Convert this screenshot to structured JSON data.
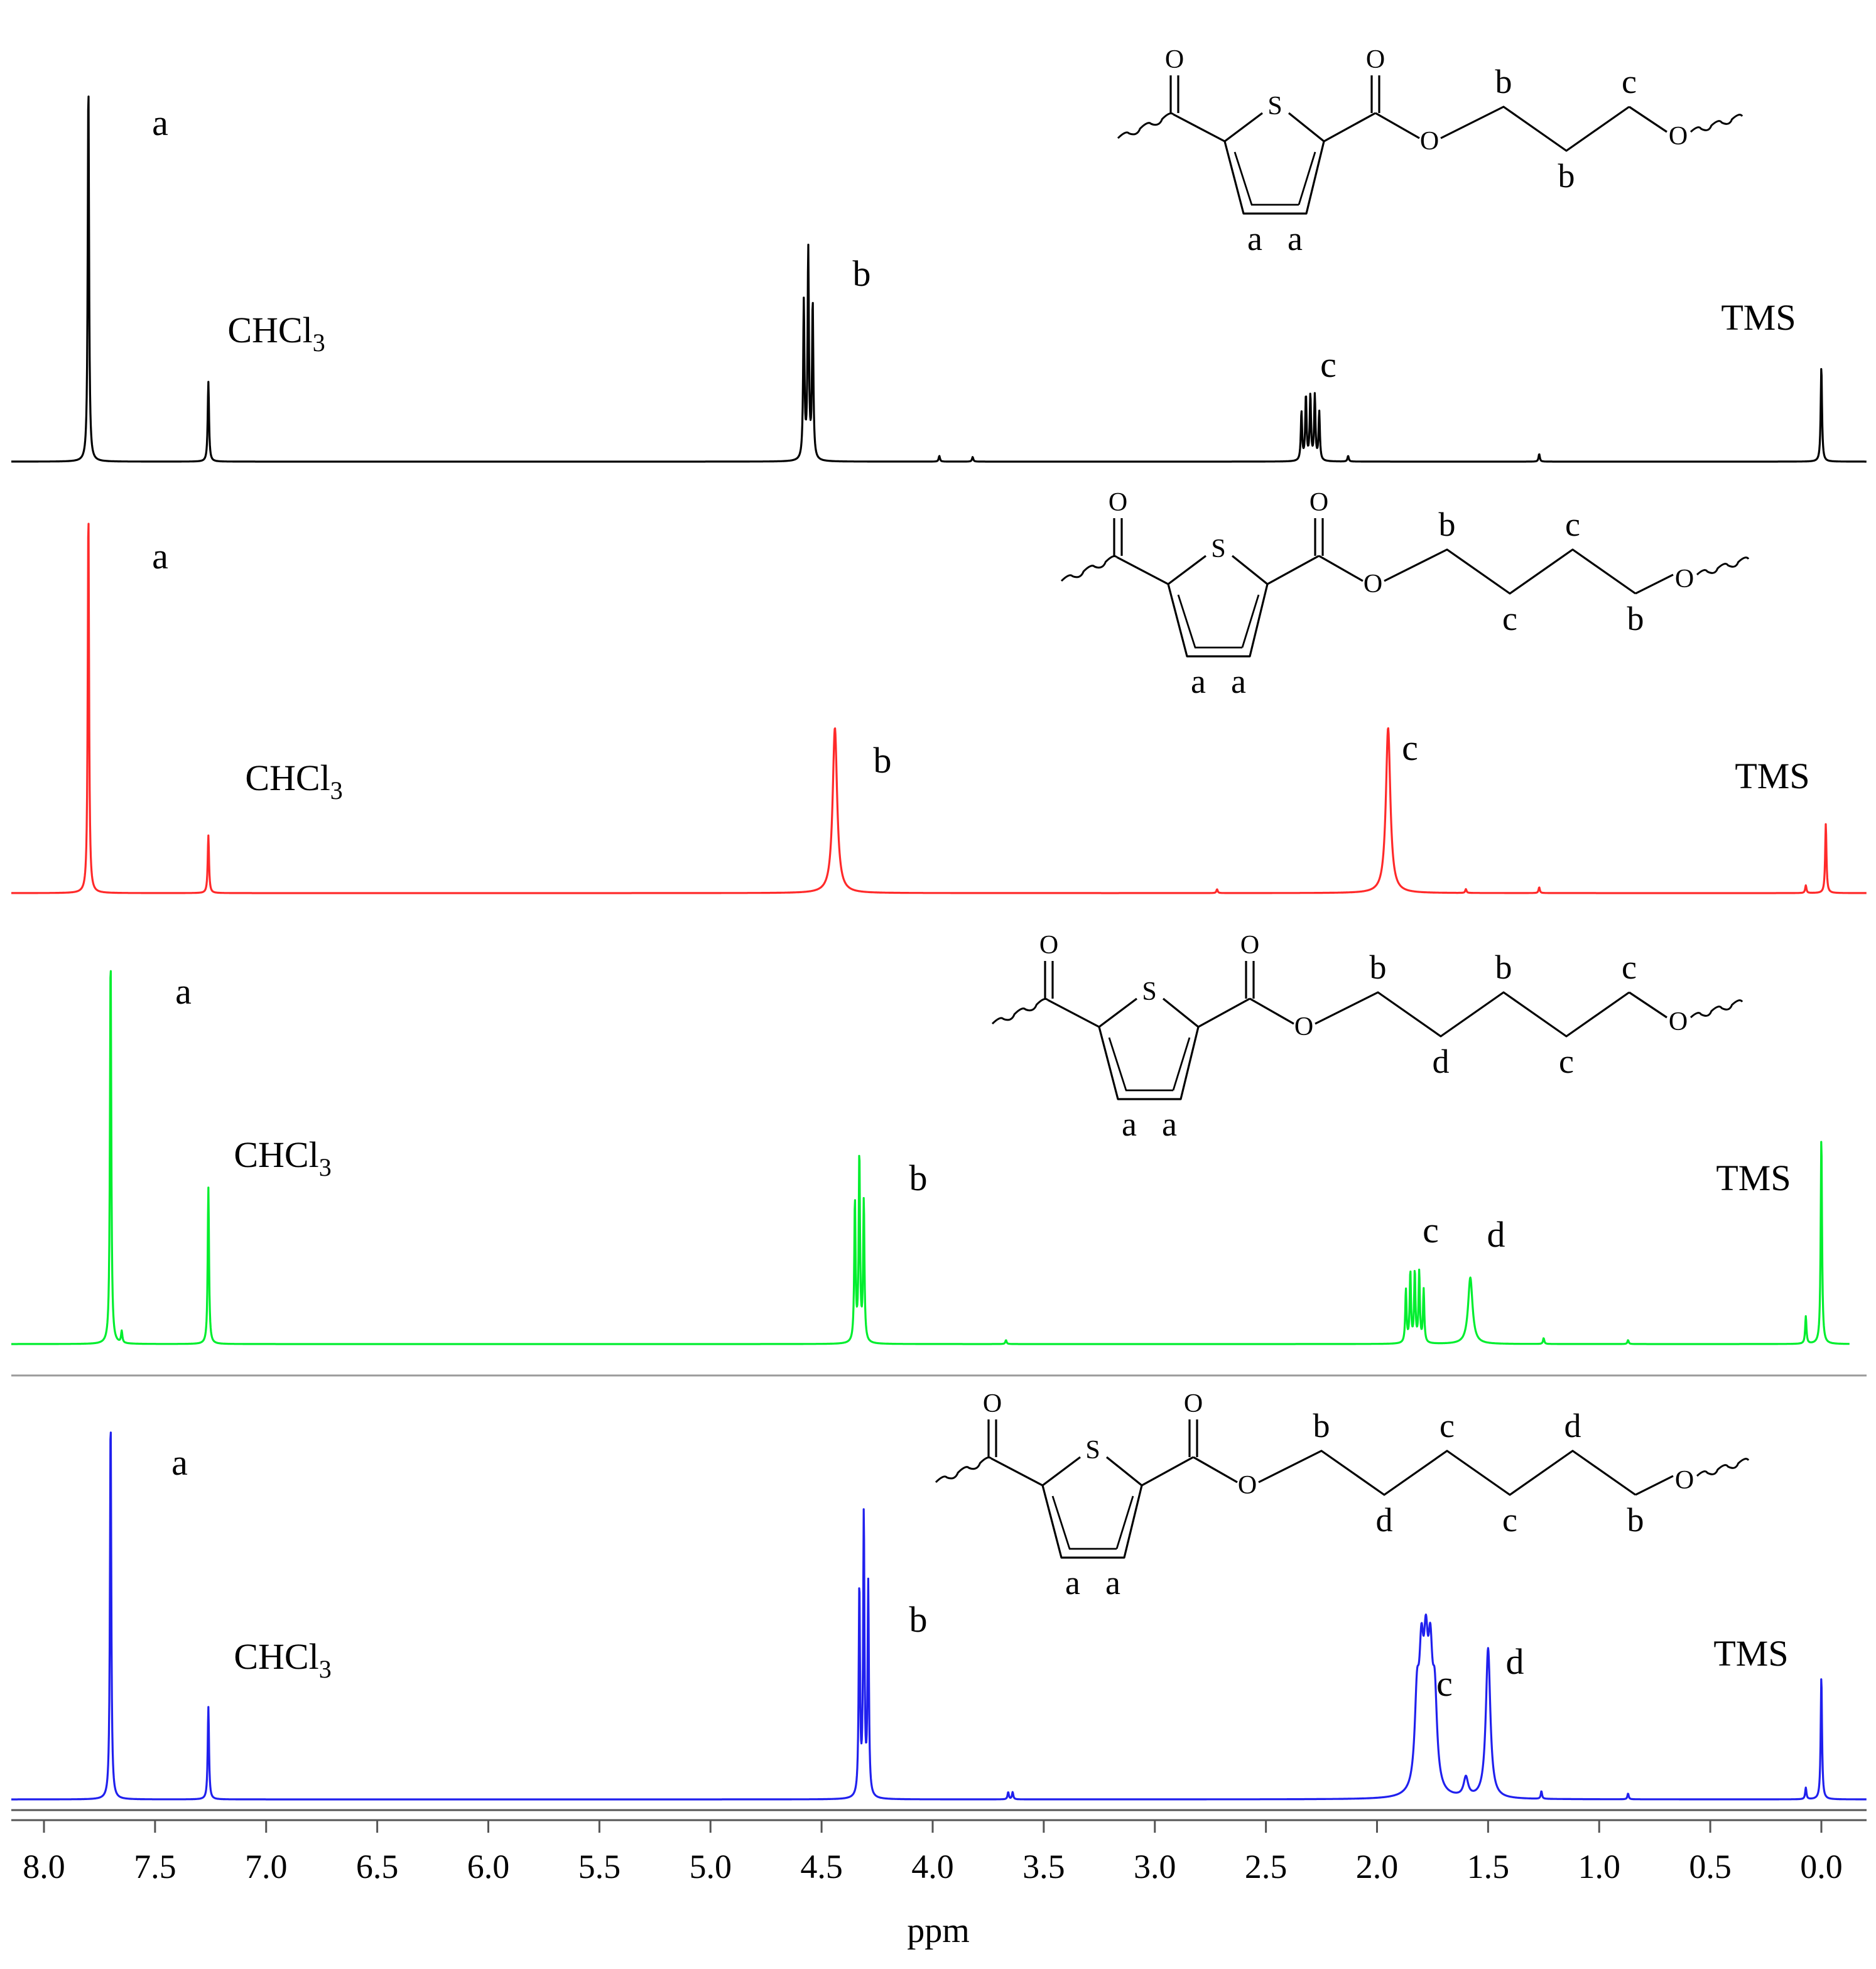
{
  "chart_data": {
    "type": "line",
    "xlabel": "ppm",
    "x_reversed": true,
    "xlim": [
      8.0,
      0.0
    ],
    "xticks": [
      "8.0",
      "7.5",
      "7.0",
      "6.5",
      "6.0",
      "5.5",
      "5.0",
      "4.5",
      "4.0",
      "3.5",
      "3.0",
      "2.5",
      "2.0",
      "1.5",
      "1.0",
      "0.5",
      "0.0"
    ],
    "series": [
      {
        "color": "#000000",
        "intensity_max": 1.0,
        "peaks": [
          {
            "ppm": 7.8,
            "intensity": 1.0,
            "multiplet": 1
          },
          {
            "ppm": 7.26,
            "intensity": 0.21,
            "multiplet": 1
          },
          {
            "ppm": 4.56,
            "intensity": 0.55,
            "multiplet": 3
          },
          {
            "ppm": 2.3,
            "intensity": 0.17,
            "multiplet": 5
          },
          {
            "ppm": 3.97,
            "intensity": 0.015,
            "multiplet": 1
          },
          {
            "ppm": 3.82,
            "intensity": 0.012,
            "multiplet": 1
          },
          {
            "ppm": 2.13,
            "intensity": 0.015,
            "multiplet": 1
          },
          {
            "ppm": 1.27,
            "intensity": 0.02,
            "multiplet": 1
          },
          {
            "ppm": 0.0,
            "intensity": 0.25,
            "multiplet": 1
          }
        ],
        "peak_labels": [
          {
            "text": "a",
            "ppm": 7.8
          },
          {
            "text": "CHCl",
            "sub": "3",
            "ppm": 7.26
          },
          {
            "text": "b",
            "ppm": 4.56
          },
          {
            "text": "c",
            "ppm": 2.3
          },
          {
            "text": "TMS",
            "ppm": 0.0
          }
        ],
        "structure": {
          "atoms": [
            "O",
            "O",
            "S",
            "O",
            "O"
          ],
          "ring_labels": [
            "a",
            "a"
          ],
          "chain_labels": [
            "b",
            "b",
            "c"
          ]
        }
      },
      {
        "color": "#ff2a2a",
        "intensity_max": 1.0,
        "peaks": [
          {
            "ppm": 7.8,
            "intensity": 1.0,
            "multiplet": 1
          },
          {
            "ppm": 7.26,
            "intensity": 0.15,
            "multiplet": 1
          },
          {
            "ppm": 4.44,
            "intensity": 0.43,
            "multiplet": 1,
            "broad": true
          },
          {
            "ppm": 1.95,
            "intensity": 0.43,
            "multiplet": 1,
            "broad": true
          },
          {
            "ppm": 2.72,
            "intensity": 0.01,
            "multiplet": 1
          },
          {
            "ppm": 1.6,
            "intensity": 0.01,
            "multiplet": 1
          },
          {
            "ppm": 1.27,
            "intensity": 0.015,
            "multiplet": 1
          },
          {
            "ppm": 0.07,
            "intensity": 0.02,
            "multiplet": 1
          },
          {
            "ppm": -0.02,
            "intensity": 0.18,
            "multiplet": 1
          }
        ],
        "peak_labels": [
          {
            "text": "a",
            "ppm": 7.8
          },
          {
            "text": "CHCl",
            "sub": "3",
            "ppm": 7.26
          },
          {
            "text": "b",
            "ppm": 4.44
          },
          {
            "text": "c",
            "ppm": 1.95
          },
          {
            "text": "TMS",
            "ppm": -0.02
          }
        ],
        "structure": {
          "atoms": [
            "O",
            "O",
            "S",
            "O",
            "O"
          ],
          "ring_labels": [
            "a",
            "a"
          ],
          "chain_labels": [
            "b",
            "c",
            "c",
            "b"
          ]
        }
      },
      {
        "color": "#00ee2e",
        "intensity_max": 1.0,
        "peaks": [
          {
            "ppm": 7.7,
            "intensity": 1.0,
            "multiplet": 1
          },
          {
            "ppm": 7.65,
            "intensity": 0.03,
            "multiplet": 1
          },
          {
            "ppm": 7.26,
            "intensity": 0.4,
            "multiplet": 1
          },
          {
            "ppm": 4.33,
            "intensity": 0.48,
            "multiplet": 3
          },
          {
            "ppm": 3.67,
            "intensity": 0.01,
            "multiplet": 1
          },
          {
            "ppm": 1.83,
            "intensity": 0.18,
            "multiplet": 5
          },
          {
            "ppm": 1.58,
            "intensity": 0.17,
            "multiplet": 1,
            "broad": true
          },
          {
            "ppm": 1.25,
            "intensity": 0.015,
            "multiplet": 1
          },
          {
            "ppm": 0.87,
            "intensity": 0.01,
            "multiplet": 1
          },
          {
            "ppm": 0.07,
            "intensity": 0.07,
            "multiplet": 1
          },
          {
            "ppm": 0.0,
            "intensity": 0.53,
            "multiplet": 1
          }
        ],
        "peak_labels": [
          {
            "text": "a",
            "ppm": 7.7
          },
          {
            "text": "CHCl",
            "sub": "3",
            "ppm": 7.26
          },
          {
            "text": "b",
            "ppm": 4.33
          },
          {
            "text": "c",
            "ppm": 1.83
          },
          {
            "text": "d",
            "ppm": 1.58
          },
          {
            "text": "TMS",
            "ppm": 0.0
          }
        ],
        "structure": {
          "atoms": [
            "O",
            "O",
            "S",
            "O",
            "O"
          ],
          "ring_labels": [
            "a",
            "a"
          ],
          "chain_labels": [
            "b",
            "d",
            "b",
            "c",
            "c"
          ]
        }
      },
      {
        "color": "#2020ee",
        "intensity_max": 1.0,
        "peaks": [
          {
            "ppm": 7.7,
            "intensity": 1.0,
            "multiplet": 1
          },
          {
            "ppm": 7.26,
            "intensity": 0.24,
            "multiplet": 1
          },
          {
            "ppm": 4.31,
            "intensity": 0.73,
            "multiplet": 3
          },
          {
            "ppm": 3.65,
            "intensity": 0.025,
            "multiplet": 2
          },
          {
            "ppm": 1.78,
            "intensity": 0.29,
            "multiplet": 5,
            "broad": true
          },
          {
            "ppm": 1.6,
            "intensity": 0.05,
            "multiplet": 1,
            "broad": true
          },
          {
            "ppm": 1.5,
            "intensity": 0.39,
            "multiplet": 1,
            "broad": true
          },
          {
            "ppm": 1.26,
            "intensity": 0.02,
            "multiplet": 1
          },
          {
            "ppm": 0.87,
            "intensity": 0.015,
            "multiplet": 1
          },
          {
            "ppm": 0.07,
            "intensity": 0.03,
            "multiplet": 1
          },
          {
            "ppm": 0.0,
            "intensity": 0.32,
            "multiplet": 1
          }
        ],
        "peak_labels": [
          {
            "text": "a",
            "ppm": 7.7
          },
          {
            "text": "CHCl",
            "sub": "3",
            "ppm": 7.26
          },
          {
            "text": "b",
            "ppm": 4.31
          },
          {
            "text": "c",
            "ppm": 1.78
          },
          {
            "text": "d",
            "ppm": 1.5
          },
          {
            "text": "TMS",
            "ppm": 0.0
          }
        ],
        "structure": {
          "atoms": [
            "O",
            "O",
            "S",
            "O",
            "O"
          ],
          "ring_labels": [
            "a",
            "a"
          ],
          "chain_labels": [
            "b",
            "d",
            "c",
            "c",
            "d",
            "b"
          ]
        }
      }
    ]
  }
}
